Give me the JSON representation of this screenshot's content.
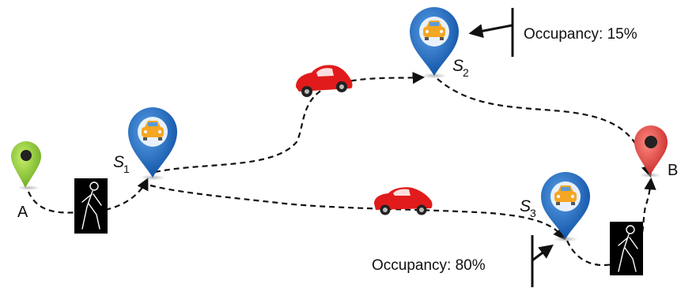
{
  "points": {
    "a": {
      "label": "A",
      "pin_color": "#8cc63f"
    },
    "b": {
      "label": "B",
      "pin_color": "#e53935"
    }
  },
  "stations": [
    {
      "letter": "S",
      "sub": "1",
      "pin_color": "#1565c0"
    },
    {
      "letter": "S",
      "sub": "2",
      "pin_color": "#1565c0"
    },
    {
      "letter": "S",
      "sub": "3",
      "pin_color": "#1565c0"
    }
  ],
  "occupancy": {
    "s2": "Occupancy: 15%",
    "s3": "Occupancy: 80%"
  },
  "colors": {
    "car": "#e11b1b",
    "route": "#111111",
    "car_icon": "#f5a623"
  }
}
